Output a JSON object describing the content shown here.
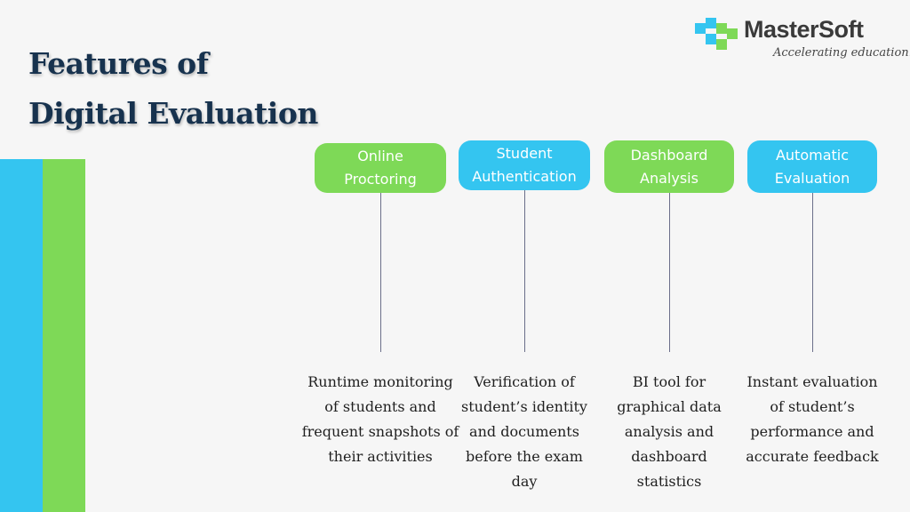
{
  "title": {
    "line1": "Features of",
    "line2": "Digital Evaluation"
  },
  "logo": {
    "name": "MasterSoft",
    "tagline": "Accelerating education...."
  },
  "colors": {
    "green": "#7ed957",
    "blue": "#34c5f0",
    "title": "#17324e",
    "connector": "#6b6f8a"
  },
  "features": [
    {
      "label_lines": [
        "Online",
        "Proctoring"
      ],
      "color": "green",
      "description_lines": [
        "Runtime monitoring",
        "of students and",
        "frequent snapshots of",
        "their activities"
      ]
    },
    {
      "label_lines": [
        "Student",
        "Authentication"
      ],
      "color": "blue",
      "description_lines": [
        "Verification of",
        "student’s identity",
        "and documents",
        "before the exam",
        "day"
      ]
    },
    {
      "label_lines": [
        "Dashboard",
        "Analysis"
      ],
      "color": "green",
      "description_lines": [
        "BI tool for",
        "graphical data",
        "analysis and",
        "dashboard",
        "statistics"
      ]
    },
    {
      "label_lines": [
        "Automatic",
        "Evaluation"
      ],
      "color": "blue",
      "description_lines": [
        "Instant evaluation",
        "of student’s",
        "performance and",
        "accurate feedback"
      ]
    }
  ]
}
